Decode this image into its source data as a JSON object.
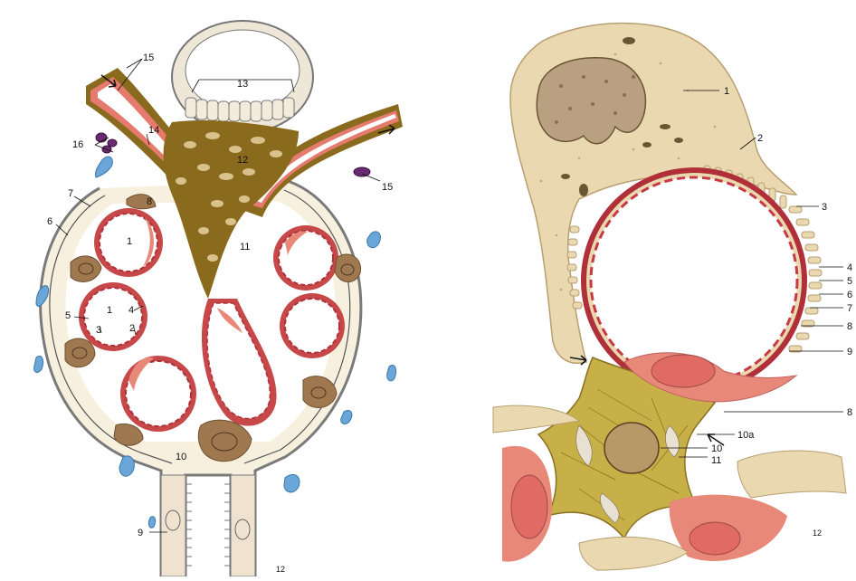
{
  "left_panel": {
    "labels": {
      "l1a": "1",
      "l1b": "1",
      "l2": "2",
      "l3": "3",
      "l4": "4",
      "l5": "5",
      "l6": "6",
      "l7": "7",
      "l8": "8",
      "l9": "9",
      "l10": "10",
      "l11": "11",
      "l12": "12",
      "l13": "13",
      "l14": "14",
      "l15a": "15",
      "l15b": "15",
      "l16": "16"
    },
    "signature": "12"
  },
  "right_panel": {
    "labels": {
      "r1": "1",
      "r2": "2",
      "r3": "3",
      "r4": "4",
      "r5": "5",
      "r6": "6",
      "r7": "7",
      "r8a": "8",
      "r9": "9",
      "r8b": "8",
      "r10a": "10a",
      "r10": "10",
      "r11": "11"
    },
    "signature": "12"
  },
  "colors": {
    "mesangium": "#8a6a1c",
    "capillary_wall": "#b0303a",
    "blood": "#e88878",
    "cell": "#e8d6b0",
    "epithelium": "#a07850",
    "blue_cell": "#6aa6d8",
    "purple_cell": "#6a2a70"
  }
}
